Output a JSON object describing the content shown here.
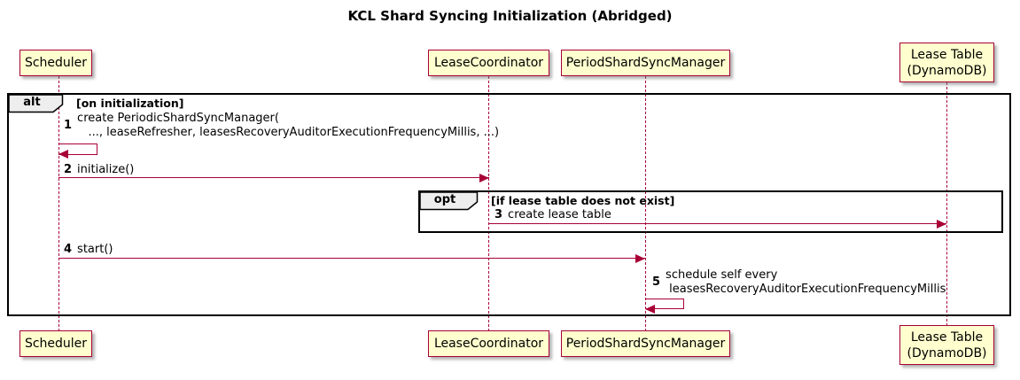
{
  "diagram": {
    "title": "KCL Shard Syncing Initialization (Abridged)",
    "type": "sequence-diagram",
    "colors": {
      "participant_fill": "#FEFECE",
      "participant_border": "#A80036",
      "arrow": "#A80036",
      "lifeline": "#A80036",
      "frame_border": "#000000",
      "frame_label_fill": "#EEEEEE",
      "background": "#FFFFFF"
    }
  },
  "participants": [
    {
      "name": "Scheduler"
    },
    {
      "name": "LeaseCoordinator"
    },
    {
      "name": "PeriodShardSyncManager"
    },
    {
      "name": "Lease Table\n(DynamoDB)"
    }
  ],
  "frames": {
    "alt": {
      "label": "alt",
      "condition": "[on initialization]"
    },
    "opt": {
      "label": "opt",
      "condition": "[if lease table does not exist]"
    }
  },
  "messages": [
    {
      "number": "1",
      "from": "Scheduler",
      "to": "Scheduler",
      "text": "create PeriodicShardSyncManager(\n   ..., leaseRefresher, leasesRecoveryAuditorExecutionFrequencyMillis, ...)"
    },
    {
      "number": "2",
      "from": "Scheduler",
      "to": "LeaseCoordinator",
      "text": "initialize()"
    },
    {
      "number": "3",
      "from": "LeaseCoordinator",
      "to": "Lease Table (DynamoDB)",
      "text": "create lease table"
    },
    {
      "number": "4",
      "from": "Scheduler",
      "to": "PeriodShardSyncManager",
      "text": "start()"
    },
    {
      "number": "5",
      "from": "PeriodShardSyncManager",
      "to": "PeriodShardSyncManager",
      "text": "schedule self every\n leasesRecoveryAuditorExecutionFrequencyMillis"
    }
  ]
}
